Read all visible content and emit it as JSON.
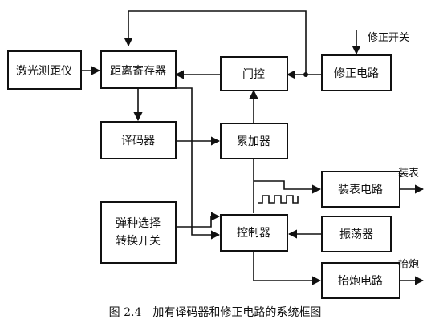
{
  "blocks": {
    "laser": "激光测距仪",
    "register": "距离寄存器",
    "gate": "门控",
    "correction": "修正电路",
    "decoder": "译码器",
    "accumulator": "累加器",
    "ammo_switch_line1": "弹种选择",
    "ammo_switch_line2": "转换开关",
    "controller": "控制器",
    "oscillator": "振荡器",
    "loading_circuit": "装表电路",
    "raise_circuit": "抬炮电路"
  },
  "external_labels": {
    "correction_switch": "修正开关",
    "loading": "装表",
    "raise_gun": "抬炮"
  },
  "caption": "图 2.4　加有译码器和修正电路的系统框图"
}
